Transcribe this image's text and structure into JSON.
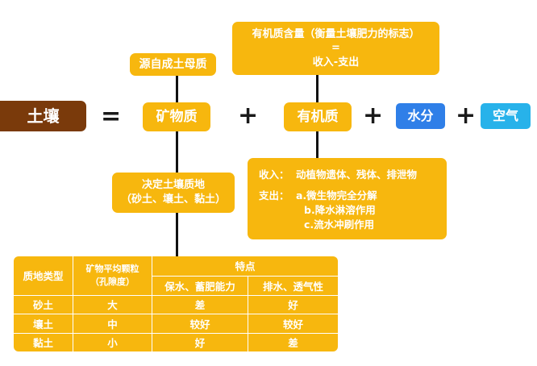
{
  "source_label": "源自成土母质",
  "formula": {
    "line1": "有机质含量（衡量土壤肥力的标志）",
    "line2": "=",
    "line3": "收入-支出"
  },
  "main_row": {
    "soil": "土壤",
    "equals": "=",
    "mineral": "矿物质",
    "plus1": "+",
    "organic": "有机质",
    "plus2": "+",
    "water": "水分",
    "plus3": "+",
    "air": "空气"
  },
  "texture": {
    "line1": "决定土壤质地",
    "line2": "（砂土、壤土、黏土）"
  },
  "income_expense": {
    "income_label": "收入：",
    "income_text": "动植物遗体、残体、排泄物",
    "expense_label": "支出：",
    "expense_items": [
      "a.微生物完全分解",
      "b.降水淋溶作用",
      "c.流水冲刷作用"
    ]
  },
  "table": {
    "header_type": "质地类型",
    "header_particle_1": "矿物平均颗粒",
    "header_particle_2": "（孔隙度）",
    "header_features": "特点",
    "header_sub1": "保水、蓄肥能力",
    "header_sub2": "排水、透气性",
    "rows": [
      {
        "type": "砂土",
        "particle": "大",
        "retention": "差",
        "drainage": "好"
      },
      {
        "type": "壤土",
        "particle": "中",
        "retention": "较好",
        "drainage": "较好"
      },
      {
        "type": "黏土",
        "particle": "小",
        "retention": "好",
        "drainage": "差"
      }
    ]
  },
  "colors": {
    "box_yellow": "#f7b70e",
    "soil_brown": "#7a3a0b",
    "water_blue": "#2f7fe8",
    "air_blue": "#27b2ea"
  }
}
